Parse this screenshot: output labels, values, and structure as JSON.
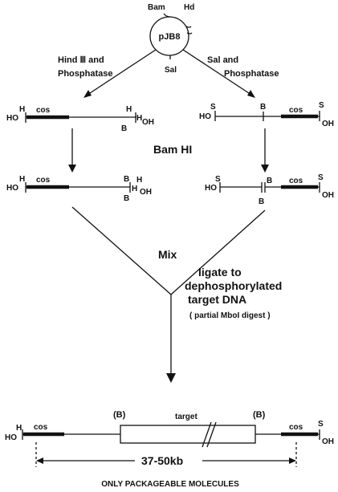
{
  "plasmid": {
    "name": "pJB8",
    "site_bam": "Bam",
    "site_hd": "Hd",
    "site_sal": "Sal"
  },
  "left_branch": {
    "enzyme_line1": "Hind Ⅲ and",
    "enzyme_line2": "Phosphatase"
  },
  "right_branch": {
    "enzyme_line1": "Sal and",
    "enzyme_line2": "Phosphatase"
  },
  "ends": {
    "ho": "HO",
    "oh": "OH",
    "h": "H",
    "s": "S",
    "b": "B",
    "cos": "cos"
  },
  "step_bamhi": "Bam HI",
  "step_mix": "Mix",
  "ligate": {
    "line1": "ligate to",
    "line2": "dephosphorylated",
    "line3": "target DNA",
    "line4": "( partial MboI digest )"
  },
  "product": {
    "bracket_b": "(B)",
    "target": "target",
    "size": "37-50kb",
    "caption": "ONLY PACKAGEABLE MOLECULES"
  }
}
